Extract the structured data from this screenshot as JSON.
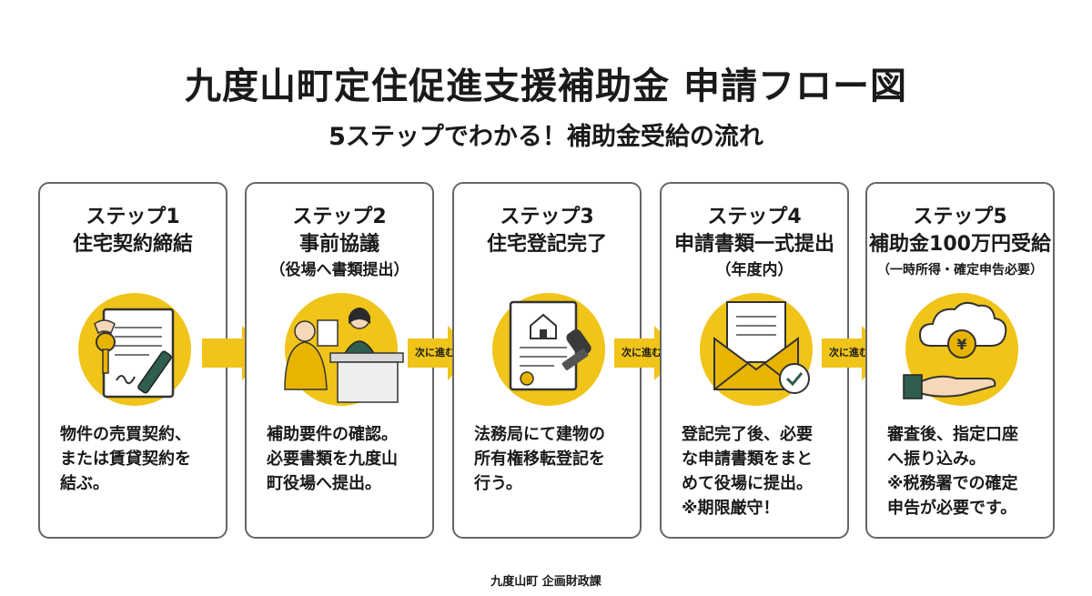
{
  "header": {
    "title": "九度山町定住促進支援補助金 申請フロー図",
    "subtitle": "5ステップでわかる！補助金受給の流れ"
  },
  "steps": [
    {
      "label": "ステップ1",
      "name": "住宅契約締結",
      "note": "",
      "icon": "contract-key-icon",
      "desc": [
        "物件の売買契約、",
        "または賃貸契約を",
        "結ぶ。"
      ]
    },
    {
      "label": "ステップ2",
      "name": "事前協議",
      "note": "（役場へ書類提出）",
      "icon": "consultation-desk-icon",
      "desc": [
        "補助要件の確認。",
        "必要書類を九度山",
        "町役場へ提出。"
      ]
    },
    {
      "label": "ステップ3",
      "name": "住宅登記完了",
      "note": "",
      "icon": "registration-stamp-icon",
      "desc": [
        "法務局にて建物の",
        "所有権移転登記を",
        "行う。"
      ]
    },
    {
      "label": "ステップ4",
      "name": "申請書類一式提出",
      "note": "（年度内）",
      "icon": "envelope-documents-icon",
      "desc": [
        "登記完了後、必要",
        "な申請書類をまと",
        "めて役場に提出。",
        "※期限厳守！"
      ]
    },
    {
      "label": "ステップ5",
      "name": "補助金100万円受給",
      "note": "（一時所得・確定申告必要）",
      "icon": "yen-cloud-hand-icon",
      "desc": [
        "審査後、指定口座",
        "へ振り込み。",
        "※税務署での確定",
        "申告が必要です。"
      ]
    }
  ],
  "arrows": [
    "",
    "次に進む",
    "次に進む",
    "次に進む"
  ],
  "footer": {
    "text": "九度山町 企画財政課"
  },
  "colors": {
    "accent": "#f0c419",
    "border": "#666666",
    "text": "#1a1a1a",
    "icon_dark": "#2f5d4e"
  }
}
